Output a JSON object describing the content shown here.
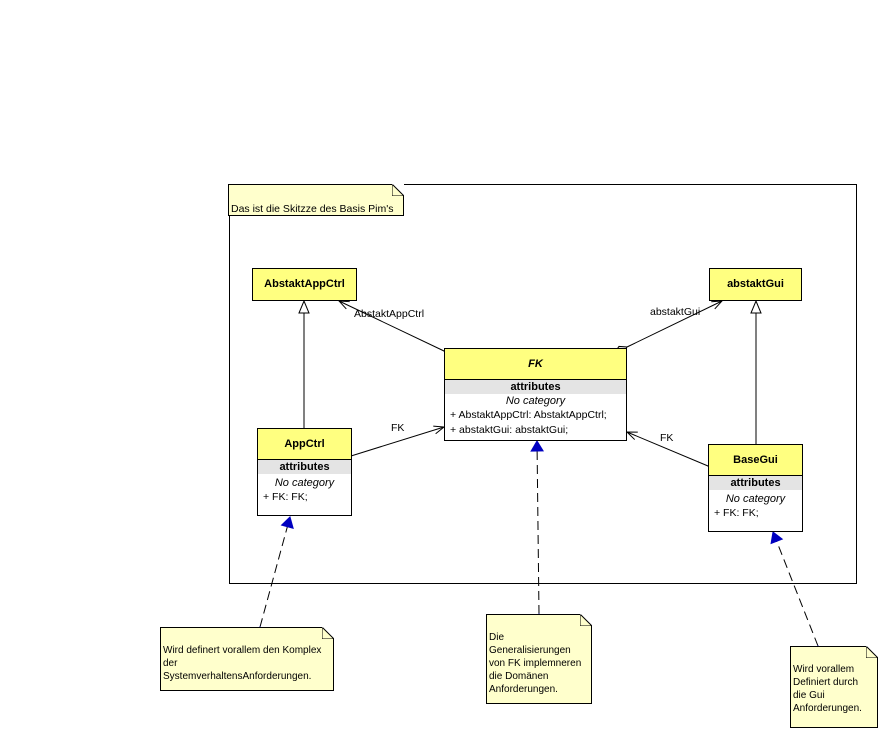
{
  "frame_note": "Das ist die Skitzze des Basis Pim's",
  "classes": {
    "abstakt_app_ctrl": {
      "name": "AbstaktAppCtrl"
    },
    "abstakt_gui": {
      "name": "abstaktGui"
    },
    "fk": {
      "name": "FK",
      "section": "attributes",
      "category": "No category",
      "attributes": [
        "+ AbstaktAppCtrl: AbstaktAppCtrl;",
        "+ abstaktGui: abstaktGui;"
      ]
    },
    "app_ctrl": {
      "name": "AppCtrl",
      "section": "attributes",
      "category": "No category",
      "attributes": [
        "+ FK: FK;"
      ]
    },
    "base_gui": {
      "name": "BaseGui",
      "section": "attributes",
      "category": "No category",
      "attributes": [
        "+ FK: FK;"
      ]
    }
  },
  "associations": {
    "fk_to_abstakt_app_ctrl": "AbstaktAppCtrl",
    "fk_to_abstakt_gui": "abstaktGui",
    "app_ctrl_to_fk": "FK",
    "base_gui_to_fk": "FK"
  },
  "notes": {
    "app_ctrl_note": [
      "Wird definert vorallem den Komplex",
      "der",
      "SystemverhaltensAnforderungen."
    ],
    "fk_note": [
      "Die",
      "Generalisierungen",
      "von FK implemneren",
      "die Domänen",
      "Anforderungen."
    ],
    "base_gui_note": [
      "Wird vorallem",
      "Definiert durch",
      "die Gui",
      "Anforderungen."
    ]
  },
  "colors": {
    "class_header": "#ffff80",
    "section_bg": "#e4e4e4",
    "note_bg": "#ffffcc",
    "dependency": "#0000c0"
  }
}
